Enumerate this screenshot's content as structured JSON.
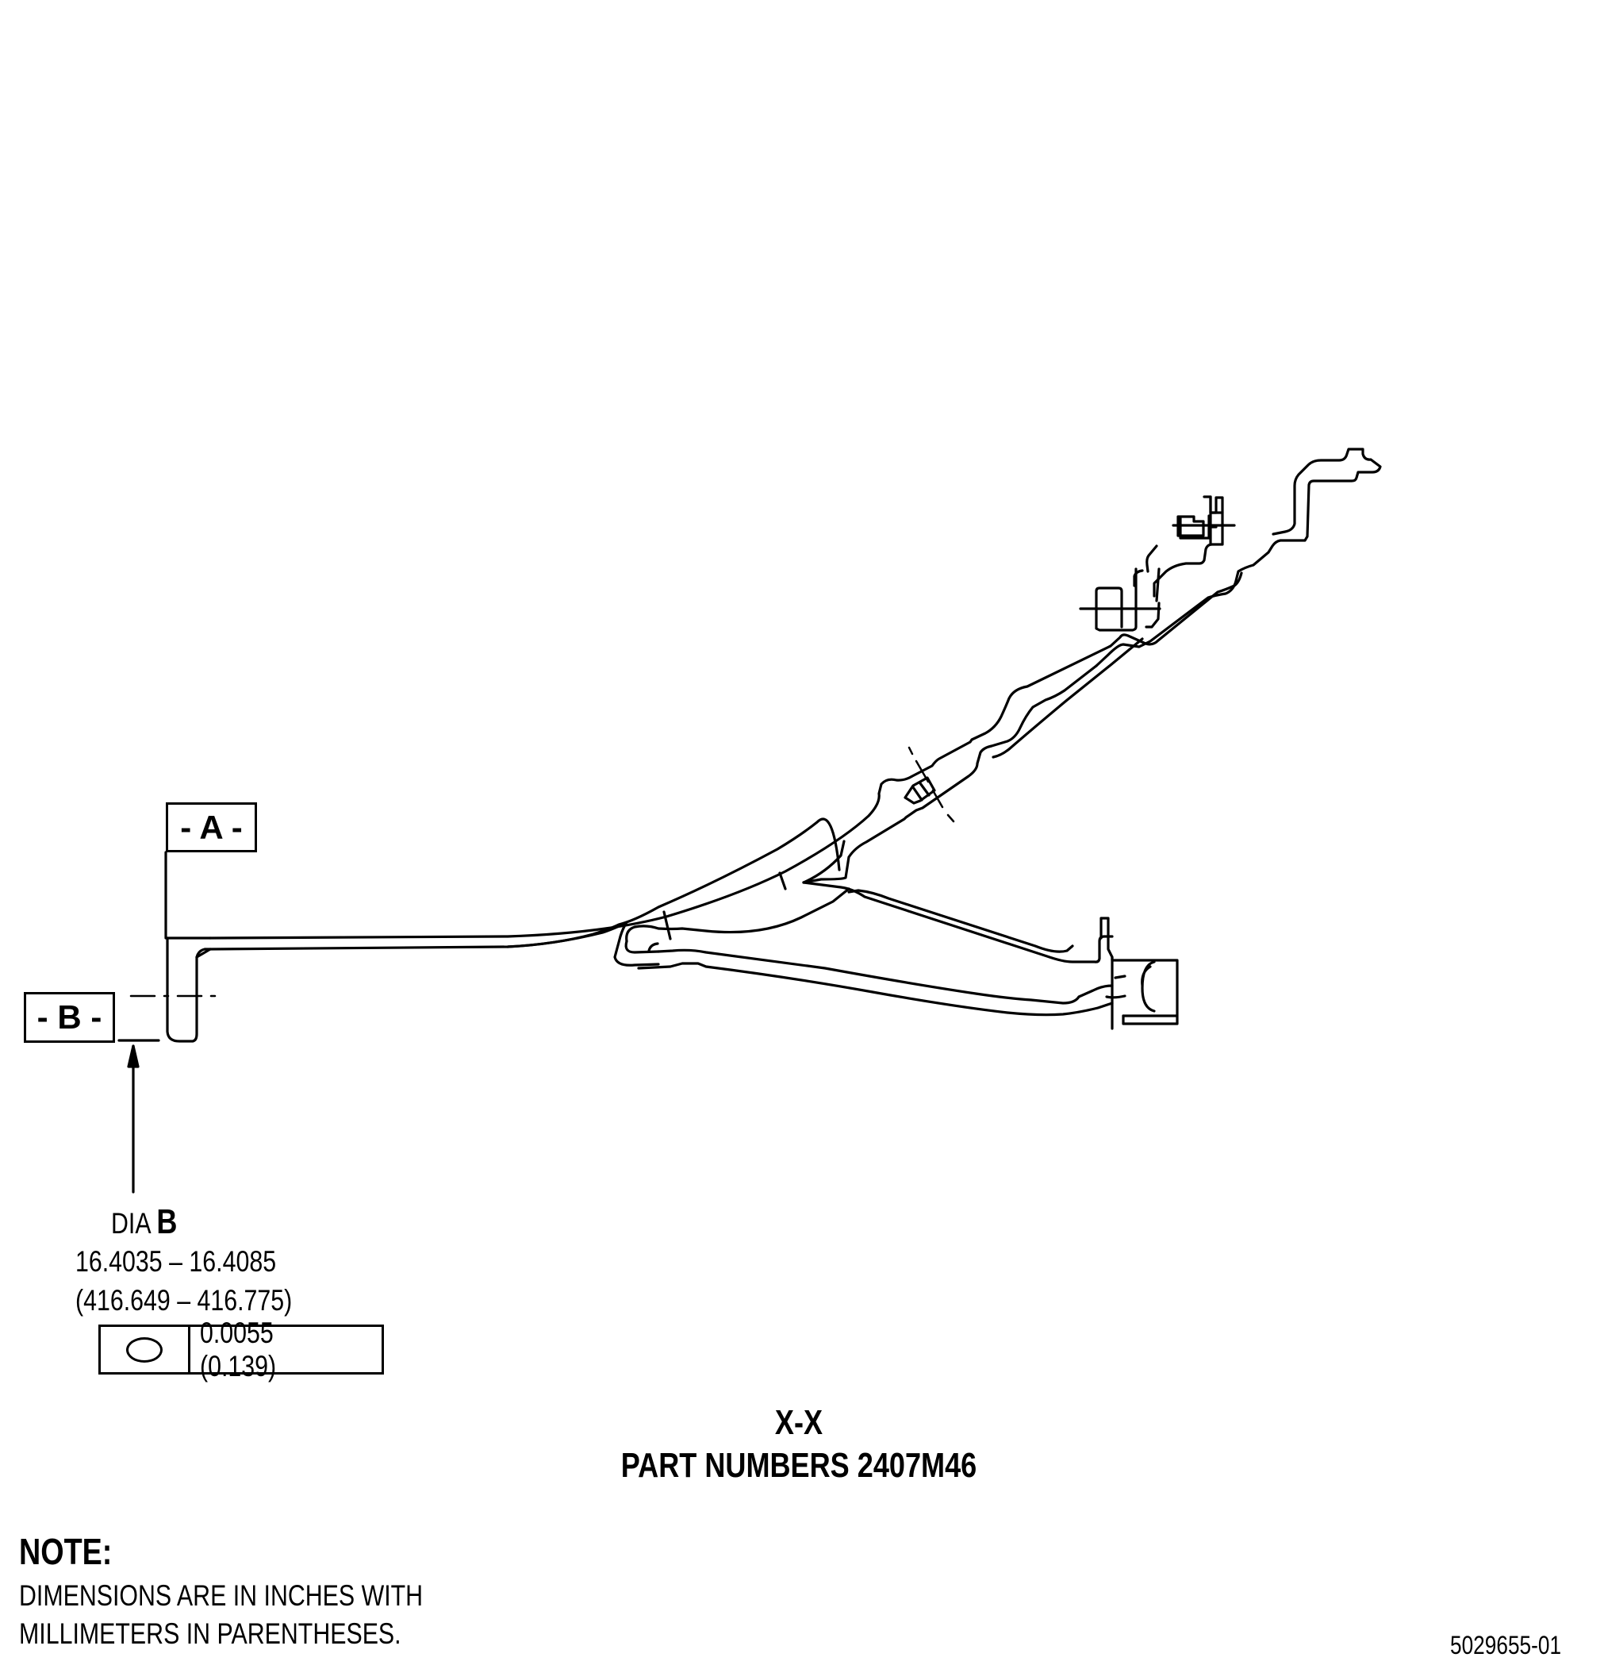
{
  "datums": {
    "a": "- A -",
    "b": "- B -"
  },
  "diameter": {
    "prefix": "DIA",
    "label": "B",
    "range_in": "16.4035 – 16.4085",
    "range_mm": "(416.649 – 416.775)"
  },
  "tolerance_frame": {
    "symbol": "circularity-icon",
    "value": "0.0055 (0.139)"
  },
  "section": {
    "label": "X-X",
    "part_numbers": "PART NUMBERS 2407M46"
  },
  "note": {
    "heading": "NOTE:",
    "line1": "DIMENSIONS ARE IN INCHES WITH",
    "line2": "MILLIMETERS IN PARENTHESES."
  },
  "figure_id": "5029655-01"
}
